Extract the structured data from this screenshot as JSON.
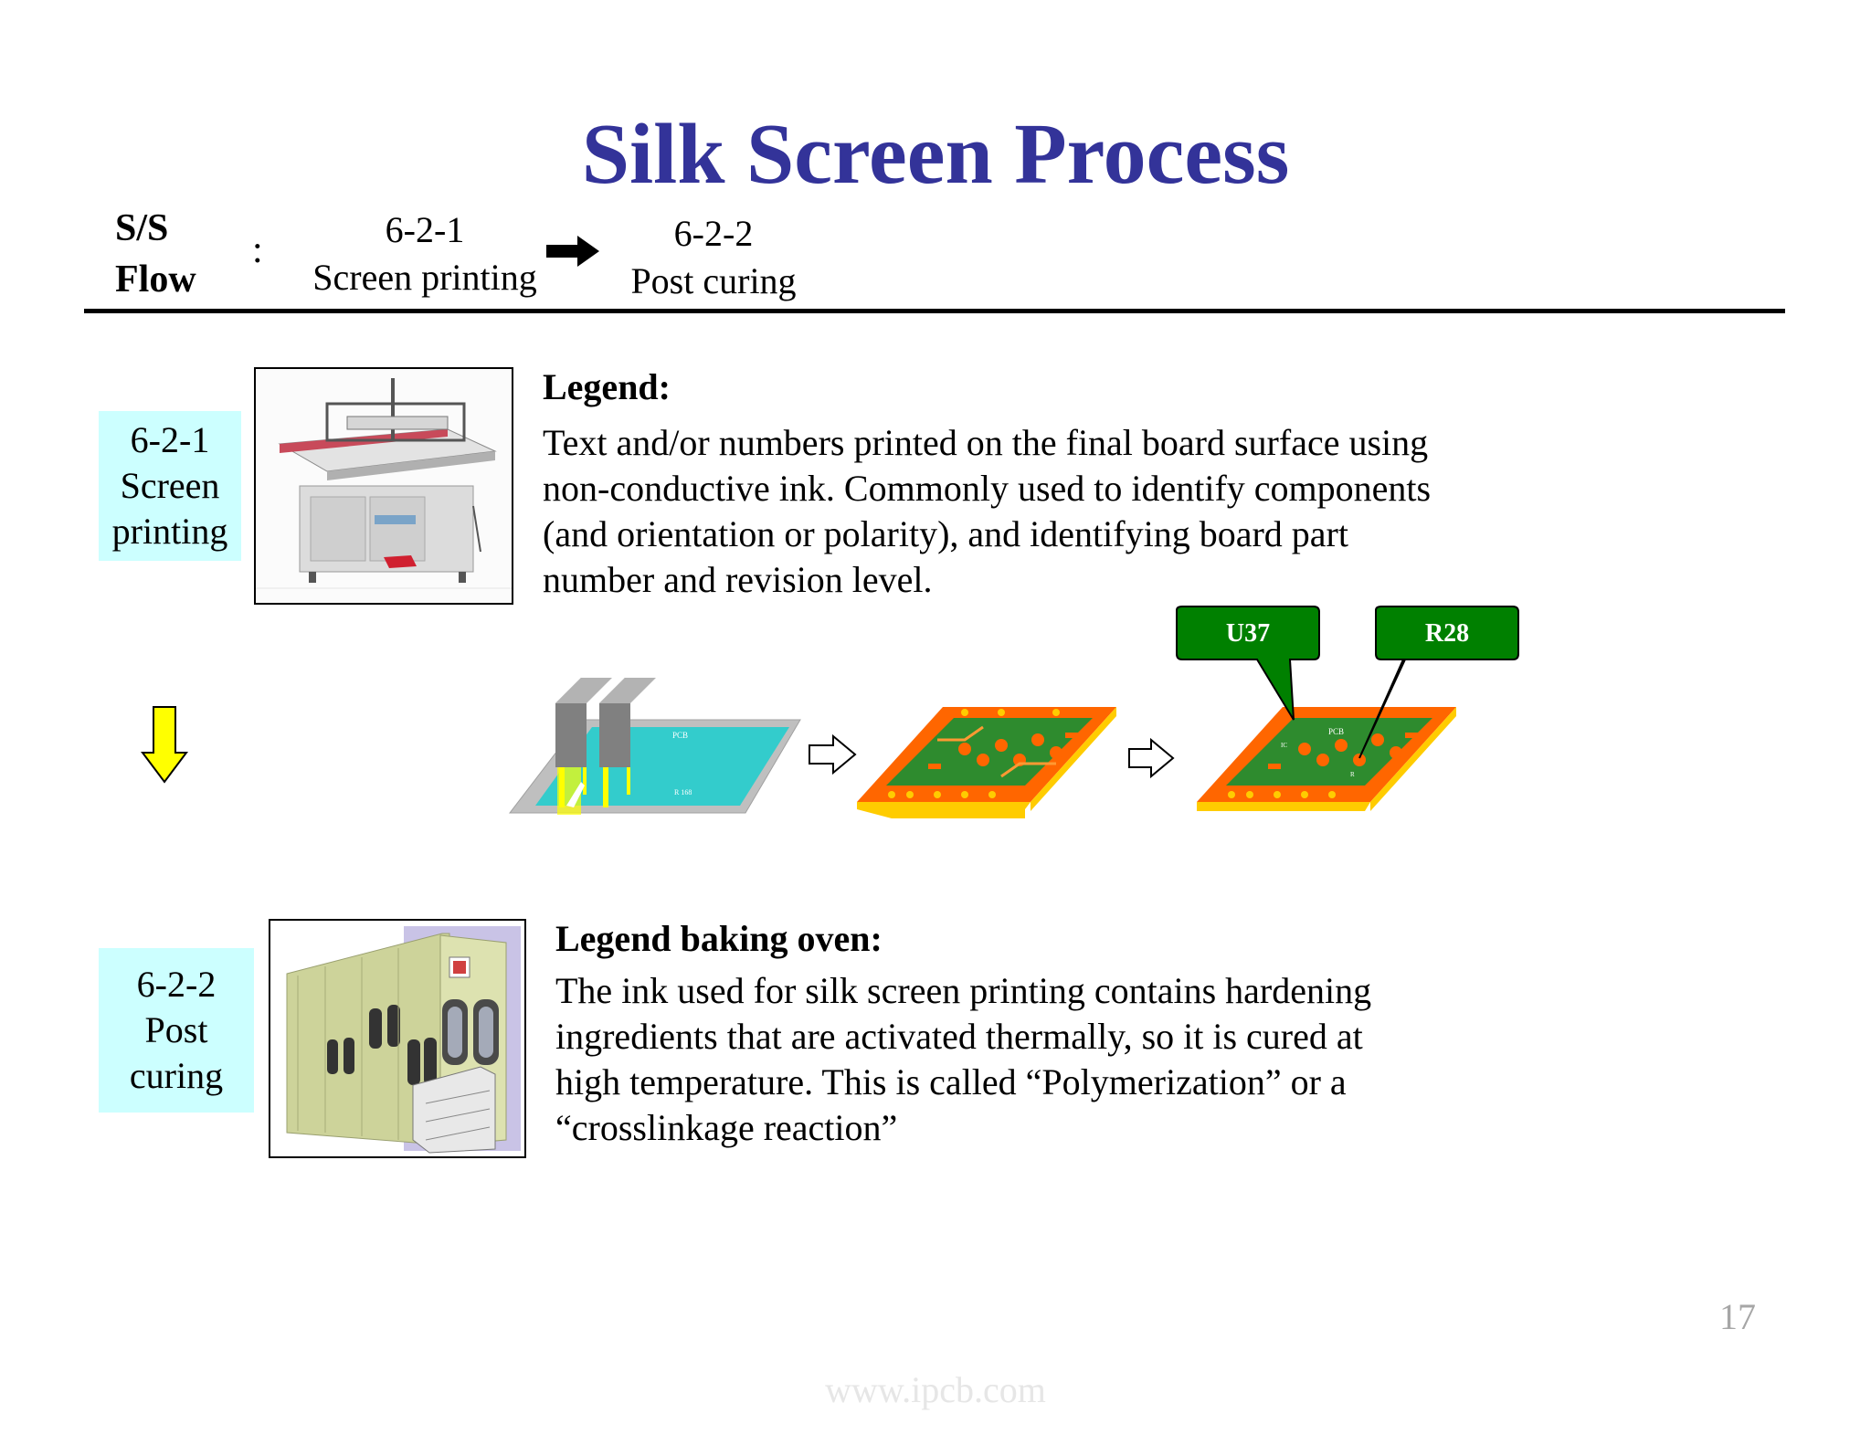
{
  "title": "Silk Screen Process",
  "flow": {
    "label_line1": "S/S",
    "label_line2": "Flow",
    "colon": ":",
    "step1_code": "6-2-1",
    "step1_name": "Screen printing",
    "step2_code": "6-2-2",
    "step2_name": "Post curing"
  },
  "sections": [
    {
      "box_lines": [
        "6-2-1",
        "Screen",
        "printing"
      ],
      "heading": "Legend:",
      "body_lines": [
        "Text and/or numbers printed on the final board surface using",
        "non-conductive ink. Commonly used to identify components",
        "(and orientation or polarity), and identifying board part",
        "number and revision level."
      ]
    },
    {
      "box_lines": [
        "6-2-2",
        "Post",
        "curing"
      ],
      "heading": "Legend baking oven:",
      "body_lines": [
        "The ink used for silk screen printing contains hardening",
        "ingredients that are activated thermally, so it is cured at",
        "high temperature. This is called “Polymerization” or a",
        "“crosslinkage reaction”"
      ]
    }
  ],
  "diagram": {
    "callout1": "U37",
    "callout2": "R28",
    "colors": {
      "board_green": "#2e8b2e",
      "board_orange": "#ff6600",
      "board_yellow": "#ffcc00",
      "screen_cyan": "#33cccc",
      "callout_green": "#008000",
      "arrow_yellow": "#ffff00"
    }
  },
  "page_number": "17",
  "watermark": "www.ipcb.com",
  "colors": {
    "title": "#333399",
    "step_box": "#ccffff"
  }
}
